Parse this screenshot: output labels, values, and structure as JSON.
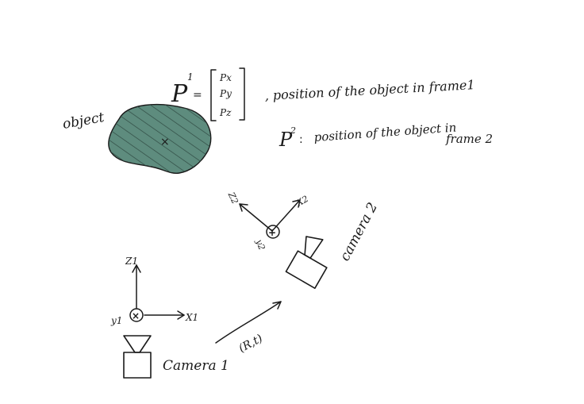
{
  "object": {
    "label": "object",
    "fill_color": "#5e8c7e",
    "hatch_color": "#2f4a42"
  },
  "p1": {
    "symbol": "P",
    "superscript": "1",
    "equals": "=",
    "vector": [
      "Px",
      "Py",
      "Pz"
    ],
    "description": ", position of the object in frame1"
  },
  "p2": {
    "symbol": "P",
    "superscript": "2",
    "separator": ":",
    "description_line1": "position of the object in",
    "description_line2": "frame 2"
  },
  "camera1": {
    "label": "Camera 1",
    "axes": {
      "z": "Z1",
      "x": "X1",
      "y": "y1"
    }
  },
  "camera2": {
    "label": "camera 2",
    "axes": {
      "z": "Z2",
      "x": "X2",
      "y": "y2"
    }
  },
  "transform": {
    "label": "(R,t)"
  }
}
